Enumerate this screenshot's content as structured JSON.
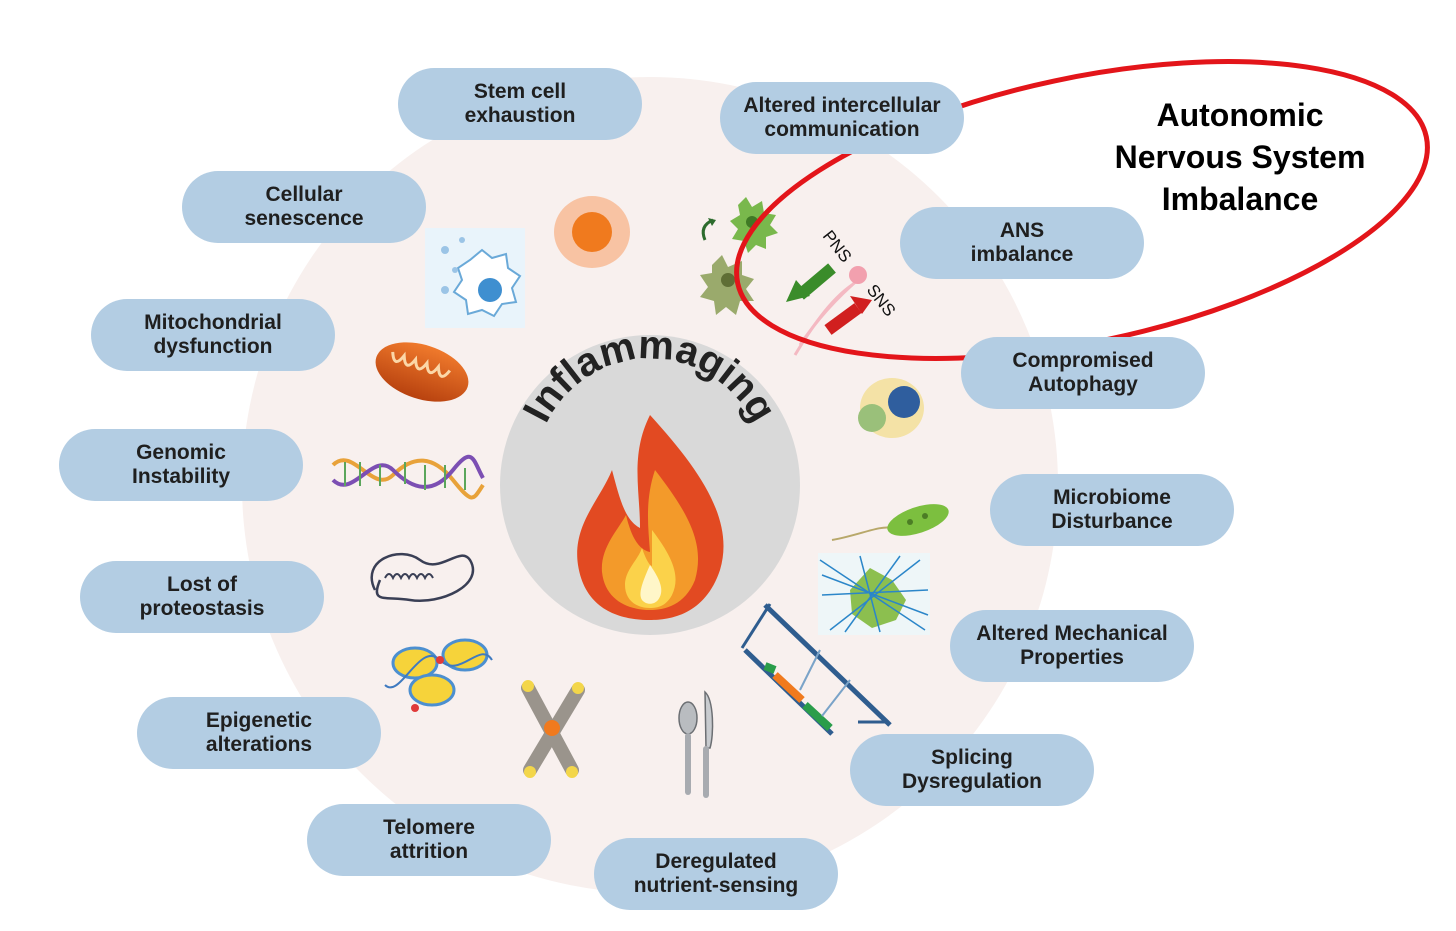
{
  "center": {
    "title": "Inflammaging"
  },
  "callout": {
    "text": "Autonomic\nNervous System\nImbalance",
    "color": "#e3151a"
  },
  "pill_color": "#b3cde3",
  "pills": [
    "Stem cell\nexhaustion",
    "Altered intercellular\ncommunication",
    "Cellular\nsenescence",
    "ANS\nimbalance",
    "Mitochondrial\ndysfunction",
    "Compromised\nAutophagy",
    "Genomic\nInstability",
    "Microbiome\nDisturbance",
    "Lost of\nproteostasis",
    "Altered Mechanical\nProperties",
    "Epigenetic\nalterations",
    "Splicing\nDysregulation",
    "Telomere\nattrition",
    "Deregulated\nnutrient-sensing"
  ],
  "neuron_labels": {
    "pns": "PNS",
    "sns": "SNS"
  },
  "icons": [
    "orange-stem-cell-icon",
    "communicating-cells-icon",
    "senescent-cell-icon",
    "pns-sns-neuron-icon",
    "mitochondrion-icon",
    "autophagosome-icon",
    "dna-helix-icon",
    "bacterium-icon",
    "tangled-protein-icon",
    "cytoskeleton-cell-icon",
    "nucleosome-icon",
    "spliced-rna-icon",
    "chromosome-icon",
    "cutlery-icon",
    "flame-icon"
  ]
}
